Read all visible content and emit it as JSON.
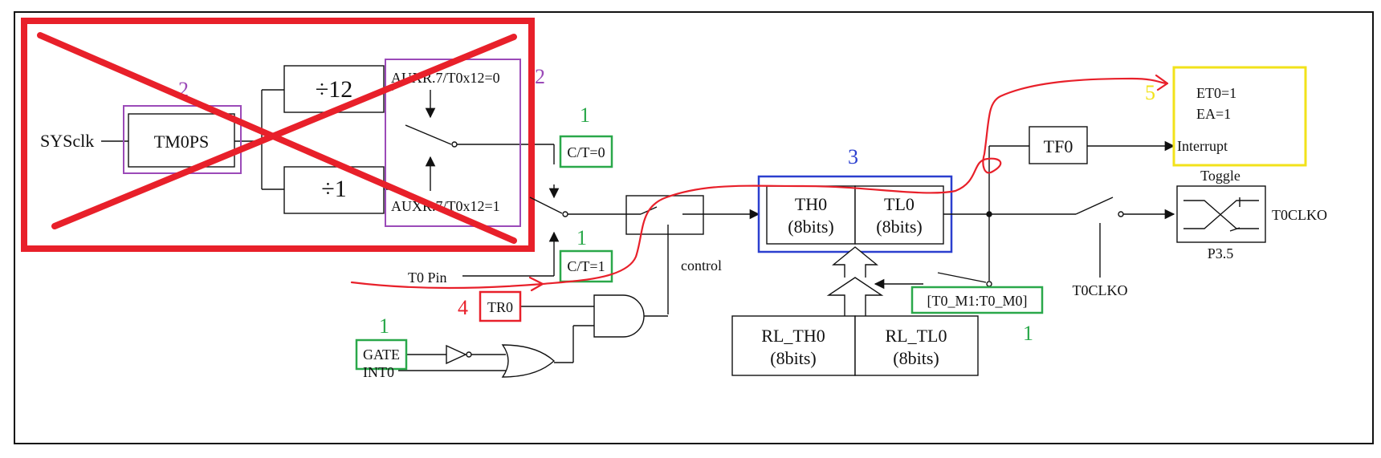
{
  "blocks": {
    "sysclk": "SYSclk",
    "tm0ps": "TM0PS",
    "div12": "÷12",
    "div1": "÷1",
    "auxr_top": "AUXR.7/T0x12=0",
    "auxr_bottom": "AUXR.7/T0x12=1",
    "ct0": "C/T=0",
    "ct1": "C/T=1",
    "t0_pin": "T0 Pin",
    "control": "control",
    "tr0": "TR0",
    "gate": "GATE",
    "int0": "INT0",
    "th0": "TH0",
    "th0_bits": "(8bits)",
    "tl0": "TL0",
    "tl0_bits": "(8bits)",
    "rl_th0": "RL_TH0",
    "rl_th0_bits": "(8bits)",
    "rl_tl0": "RL_TL0",
    "rl_tl0_bits": "(8bits)",
    "mode": "[T0_M1:T0_M0]",
    "tf0": "TF0",
    "interrupt": "Interrupt",
    "et0": "ET0=1",
    "ea": "EA=1",
    "toggle": "Toggle",
    "t0clko_out": "T0CLKO",
    "p35": "P3.5",
    "t0clko_ctrl": "T0CLKO"
  },
  "annotations": {
    "n2_left": "2",
    "n2_right": "2",
    "n1_ct0": "1",
    "n1_ct1": "1",
    "n1_gate": "1",
    "n1_mode": "1",
    "n3": "3",
    "n4": "4",
    "n5": "5"
  },
  "colors": {
    "crossout": "#e8202a",
    "purple": "#9b4ab8",
    "green": "#2aa84a",
    "blue": "#2b3fcf",
    "red": "#e8202a",
    "yellow": "#f2e21a",
    "ink": "#111111"
  }
}
